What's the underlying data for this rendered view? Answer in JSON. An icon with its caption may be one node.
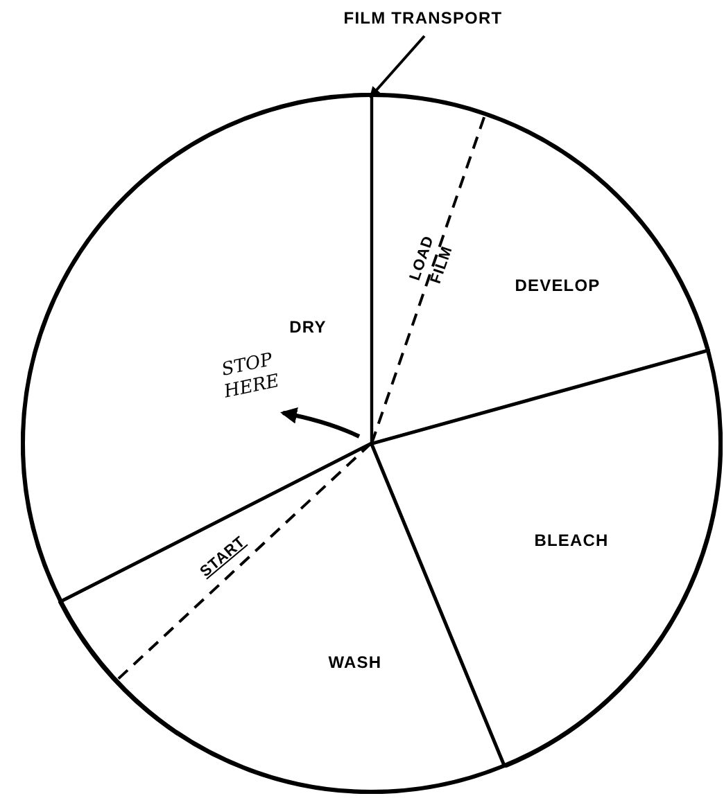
{
  "diagram": {
    "nodes": [
      {
        "text": [],
        "shape": "circle"
      },
      {
        "text": [
          "DRY"
        ],
        "in": 0
      },
      {
        "text": [
          "DEVELOP"
        ],
        "in": 0
      },
      {
        "text": [
          "BLEACH"
        ],
        "in": 0
      },
      {
        "text": [
          "WASH"
        ],
        "in": 0
      },
      {
        "text": [
          "FILM TRANSPORT"
        ]
      }
    ],
    "edges": [
      {
        "from": 5,
        "to": 0,
        "arrow": "to"
      }
    ],
    "labels": [
      "LOAD FILM",
      "START",
      "STOP HERE"
    ]
  }
}
